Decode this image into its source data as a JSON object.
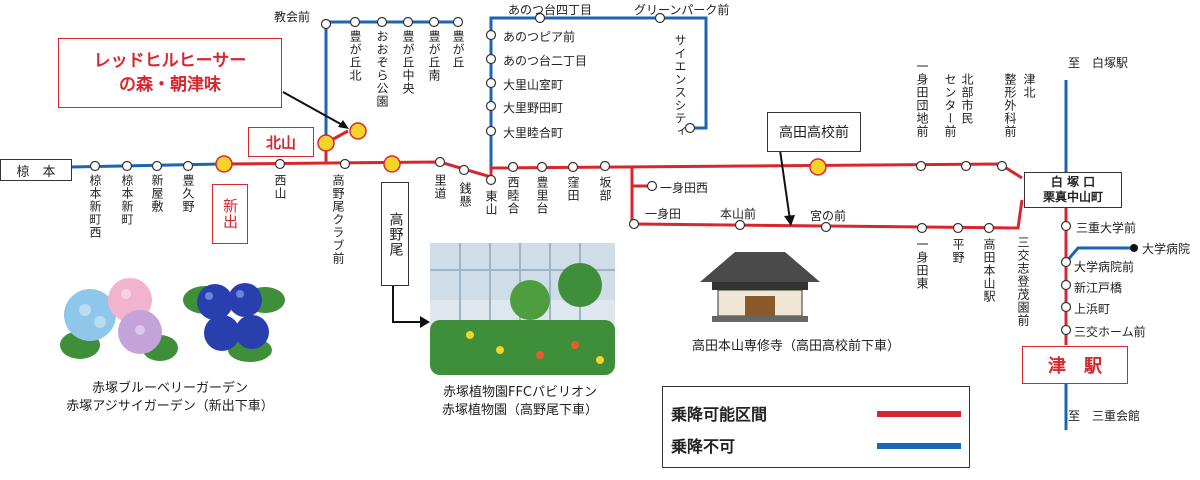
{
  "origin": "椋　本",
  "stations_south_row": [
    {
      "id": "kmnishi",
      "label": "椋本新町西"
    },
    {
      "id": "kmshin",
      "label": "椋本新町"
    },
    {
      "id": "shinyashiki",
      "label": "新屋敷"
    },
    {
      "id": "toyokuno",
      "label": "豊久野"
    },
    {
      "id": "nishiyama",
      "label": "西山"
    },
    {
      "id": "club",
      "label": "高野尾クラブ前"
    },
    {
      "id": "satomichi",
      "label": "里道"
    },
    {
      "id": "zenidaki",
      "label": "銭懸"
    },
    {
      "id": "higashiyama",
      "label": "東山"
    },
    {
      "id": "nishimutsu",
      "label": "西睦合"
    },
    {
      "id": "toyosato",
      "label": "豊里台"
    },
    {
      "id": "kubota",
      "label": "窪田"
    },
    {
      "id": "sakabe",
      "label": "坂部"
    }
  ],
  "stations_toyo": [
    {
      "id": "kyokai",
      "label": "教会前"
    },
    {
      "id": "toyo_kita",
      "label": "豊が丘北"
    },
    {
      "id": "ozora",
      "label": "おおぞら公園"
    },
    {
      "id": "toyo_chuo",
      "label": "豊が丘中央"
    },
    {
      "id": "toyo_minami",
      "label": "豊が丘南"
    },
    {
      "id": "toyo",
      "label": "豊が丘"
    }
  ],
  "stations_ano": [
    {
      "id": "ano_yon",
      "label": "あのつ台四丁目"
    },
    {
      "id": "green",
      "label": "グリーンパーク前"
    },
    {
      "id": "ano_pia",
      "label": "あのつピア前"
    },
    {
      "id": "ano_ni",
      "label": "あのつ台二丁目"
    },
    {
      "id": "muro",
      "label": "大里山室町"
    },
    {
      "id": "noda",
      "label": "大里野田町"
    },
    {
      "id": "mutsu",
      "label": "大里睦合町"
    },
    {
      "id": "science",
      "label": "サイエンスシティ"
    }
  ],
  "stations_east": [
    {
      "id": "ichi_nishi",
      "label": "一身田西"
    },
    {
      "id": "ichi",
      "label": "一身田"
    },
    {
      "id": "honzan",
      "label": "本山前"
    },
    {
      "id": "miya",
      "label": "宮の前"
    },
    {
      "id": "ichi_higashi",
      "label": "一身田東"
    },
    {
      "id": "hirano",
      "label": "平野"
    },
    {
      "id": "honzan_eki",
      "label": "高田本山駅"
    },
    {
      "id": "danchi",
      "label": "一身田団地前"
    },
    {
      "id": "center",
      "label": "センター前"
    },
    {
      "id": "shimin",
      "label": "北部市民"
    },
    {
      "id": "seikei",
      "label": "整形外科前"
    },
    {
      "id": "tsukita",
      "label": "津北"
    },
    {
      "id": "sankou",
      "label": "三交志登茂園前"
    }
  ],
  "stations_tsu": [
    {
      "id": "sanju_dai",
      "label": "三重大学前"
    },
    {
      "id": "daibyo",
      "label": "大学病院"
    },
    {
      "id": "daibyo_mae",
      "label": "大学病院前"
    },
    {
      "id": "shin_edo",
      "label": "新江戸橋"
    },
    {
      "id": "kamihama",
      "label": "上浜町"
    },
    {
      "id": "sankou_home",
      "label": "三交ホーム前"
    }
  ],
  "labels": {
    "forest_line1": "レッドヒルヒーサー",
    "forest_line2": "の森・朝津味",
    "kitayama": "北山",
    "shinde": "新出",
    "takanoo": "高野尾",
    "takada_school": "高田高校前",
    "shirozuka_line1": "白 塚 口",
    "shirozuka_line2": "栗真中山町",
    "tsu_station": "津　駅",
    "to_shirozuka": "至　白塚駅",
    "to_mie": "至　三重会館"
  },
  "captions": {
    "blueberry_line1": "赤塚ブルーベリーガーデン",
    "blueberry_line2": "赤塚アジサイガーデン（新出下車）",
    "botanical_line1": "赤塚植物園FFCパビリオン",
    "botanical_line2": "赤塚植物園（高野尾下車）",
    "temple": "高田本山専修寺（高田高校前下車）"
  },
  "legend": {
    "allowed": "乗降可能区間",
    "not_allowed": "乗降不可",
    "allowed_color": "#d9262e",
    "not_allowed_color": "#1a66b3"
  },
  "colors": {
    "red": "#d9262e",
    "blue": "#1a66b3",
    "yellow": "#f5d327"
  }
}
